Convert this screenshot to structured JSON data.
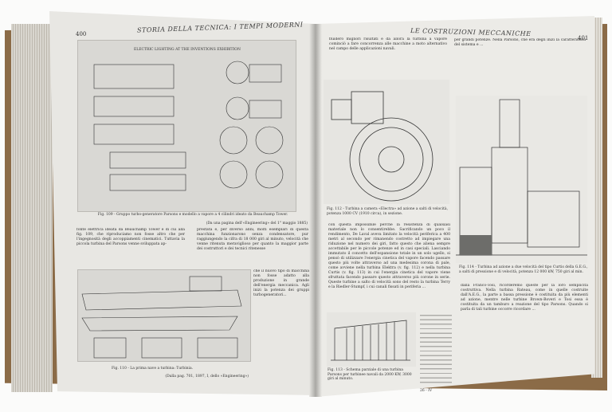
{
  "left_page": {
    "page_number": "400",
    "running_head": "STORIA DELLA TECNICA: I TEMPI MODERNI",
    "figure_top": {
      "inner_title": "ELECTRIC LIGHTING AT THE INVENTIONS EXHIBITION",
      "caption": "Fig. 109 - Gruppo turbo-generatore Parsons e modello a vapore a 4 cilindri ideato da Beauchamp Tower.",
      "source": "(Da una pagina dell'«Engineering» del 1° maggio 1885)"
    },
    "text_col1": "fonte elettrica ideata da Beauchamp Tower e di cui alla fig. 109, che riproduciamo non fosse altro che per l'ingegnosità degli accoppiamenti cinematici.\n  Tuttavia la piccola turbina del Parsons venne sviluppata ap-",
    "text_col2": "prestata e, per diverso anni, molti esemplari di questa macchina funzionarono senza condensatore, pur raggiungendo la cifra di 18 000 giri al minuto, velocità che venne ritenuta meraviglioso per quanto la maggior parte dei costruttori e dei tecnici ritenesse",
    "text_col2b": "che il nuovo tipo di macchina non fosse adatto alla produzione in grande dell'energia meccanica. Agli inizi la potenza dei gruppi turbogeneratori...",
    "figure_bottom": {
      "caption": "Fig. 110 - La prima nave a turbina: Turbinia.",
      "source": "(Dalla pag. 701, 1897, I, dello «Engineering»)"
    }
  },
  "right_page": {
    "page_number": "401",
    "running_head": "LE COSTRUZIONI MECCANICHE",
    "text_top_left": "fluidero migliori risultati e da allora la turbina a vapore cominciò a fare concorrenza alle macchine a moto alternativo nel campo delle applicazioni navali.",
    "text_top_right": "per grandi potenze. Nella Parsons, che era degli inizi la caratteristica del sistema e ...",
    "figure_left": {
      "caption": "Fig. 112 - Turbina a camera «Electra» ad azione a salti di velocità, potenza 1000 CV (1910 circa), in sezione."
    },
    "text_mid": "con questa impossibile perchè la resistenza di qualsiasi materiale non lo consentirebbe. Sacrificando un poco il rendimento, De Laval aveva limitato la velocità periferica a 400 metri al secondo per rimanendo costretto ad impiegare una riduzione nel numero dei giri, fatto questo che aliena sempre accettabile per le piccole potenze ed in casi speciali.\n  Lasciando immutato il concetto dell'espansione totale in un solo ugello, si pensò di utilizzare l'energia cinetica del vapore facendo passare questo più volte attraverso ad una medesima corona di pale, come avviene nella turbina Elektra (v. fig. 112) e nella turbina Curtis (v. fig. 113) in cui l'energia cinetica del vapore viene sfruttata facendo passare questo attraverso più corone in serie.\n  Queste turbine a salto di velocità sono del resto la turbina Terry e la Riedler-Stumpf, i cui canali fissati in periferia ...",
    "figure_bottom": {
      "caption": "Fig. 113 - Schema parziale di una turbina Parsons per turbinee navali da 2000 KW, 3000 giri al minuto."
    },
    "figure_right": {
      "caption": "Fig. 114 - Turbina ad azione a due velocità del tipo Curtis della G.E.G., a salti di pressione e di velocità, potenza 12 000 kW, 750 giri al min."
    },
    "text_bottom_right": "dalla Franco-Tosi, ricorderemo queste per la loro semplicità costruttiva. Nella turbina Rateau, come in quelle costruite dall'A.E.G., la parte a bassa pressione è costituita da più elementi ad azione, mentre nelle turbine Brown-Boveri e Tosi essa è costituita da un tamburo a reazione del tipo Parsons. Quando si parla di tali turbine occorre ricordare ...",
    "footer_mark": "26 - IV"
  },
  "colors": {
    "page": "#e8e7e3",
    "cover": "#8b6b47",
    "ink": "#2f2f2f"
  }
}
